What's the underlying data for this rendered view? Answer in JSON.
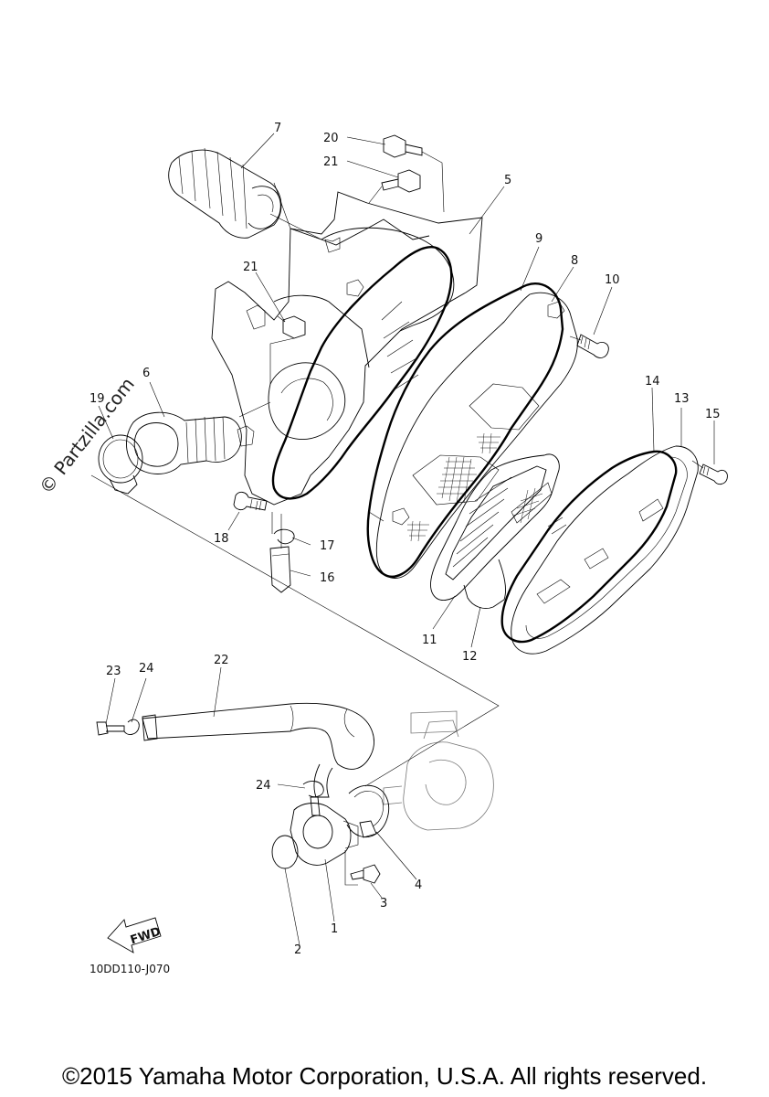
{
  "watermark": "© Partzilla.com",
  "diagram_code": "10DD110-J070",
  "fwd_arrow_label": "FWD",
  "copyright": "©2015 Yamaha Motor Corporation, U.S.A. All rights reserved.",
  "callouts": {
    "c1": "1",
    "c2": "2",
    "c3": "3",
    "c4": "4",
    "c5": "5",
    "c6": "6",
    "c7": "7",
    "c8": "8",
    "c9": "9",
    "c10": "10",
    "c11": "11",
    "c12": "12",
    "c13": "13",
    "c14": "14",
    "c15": "15",
    "c16": "16",
    "c17": "17",
    "c18": "18",
    "c19": "19",
    "c20": "20",
    "c21a": "21",
    "c21b": "21",
    "c22": "22",
    "c23": "23",
    "c24a": "24",
    "c24b": "24"
  }
}
